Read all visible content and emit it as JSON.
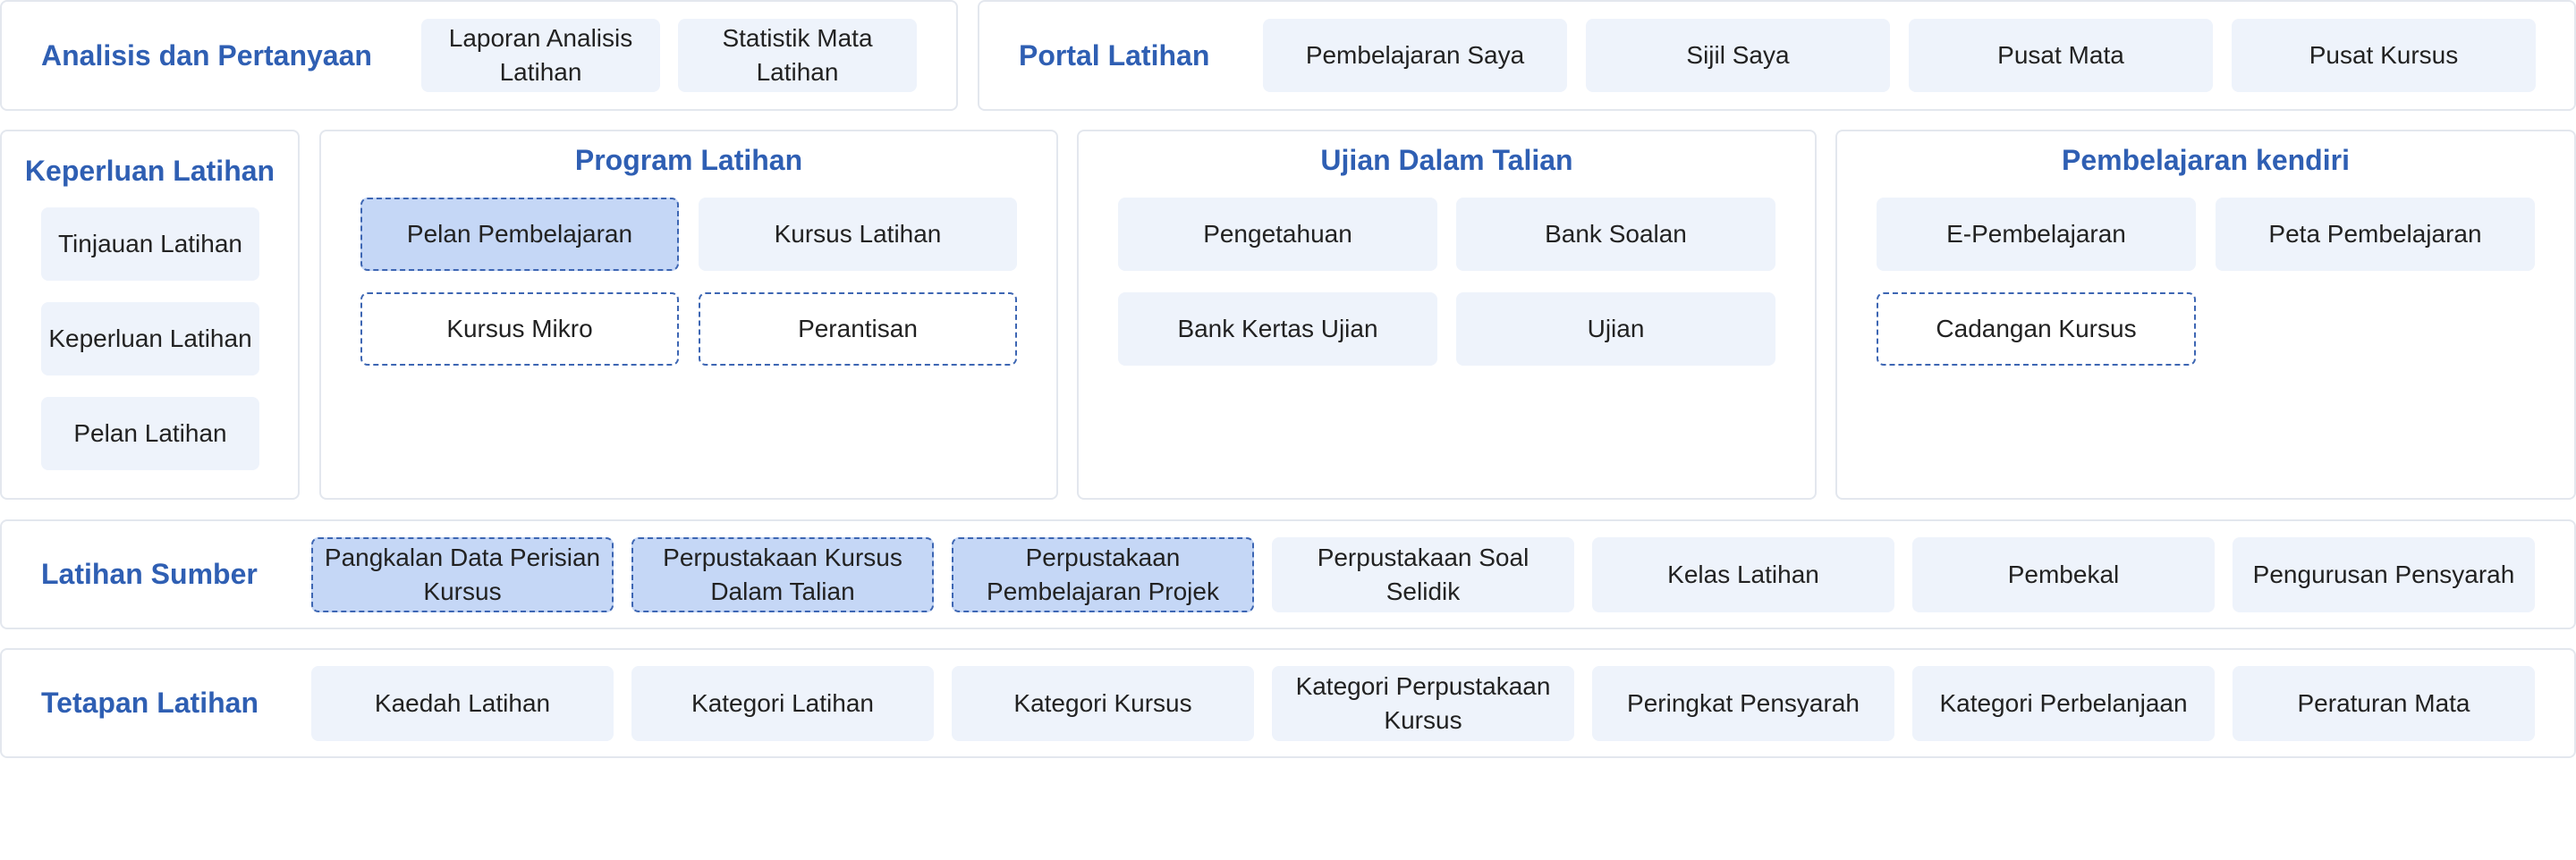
{
  "colors": {
    "title": "#2f5fb3",
    "box": "#eef3fb",
    "highlight": "#c5d7f6",
    "dashed_border": "#3d66b3",
    "panel_border": "#e3e7ee"
  },
  "analisis": {
    "title": "Analisis dan Pertanyaan",
    "items": [
      "Laporan Analisis Latihan",
      "Statistik Mata Latihan"
    ]
  },
  "portal": {
    "title": "Portal Latihan",
    "items": [
      "Pembelajaran Saya",
      "Sijil Saya",
      "Pusat Mata",
      "Pusat Kursus"
    ]
  },
  "keperluan": {
    "title": "Keperluan Latihan",
    "items": [
      "Tinjauan Latihan",
      "Keperluan Latihan",
      "Pelan Latihan"
    ]
  },
  "program": {
    "title": "Program Latihan",
    "items": [
      "Pelan Pembelajaran",
      "Kursus Latihan",
      "Kursus Mikro",
      "Perantisan"
    ]
  },
  "ujian": {
    "title": "Ujian Dalam Talian",
    "items": [
      "Pengetahuan",
      "Bank Soalan",
      "Bank Kertas Ujian",
      "Ujian"
    ]
  },
  "kendiri": {
    "title": "Pembelajaran kendiri",
    "items": [
      "E-Pembelajaran",
      "Peta Pembelajaran",
      "Cadangan Kursus"
    ]
  },
  "sumber": {
    "title": "Latihan Sumber",
    "items": [
      "Pangkalan Data Perisian Kursus",
      "Perpustakaan Kursus Dalam Talian",
      "Perpustakaan Pembelajaran Projek",
      "Perpustakaan Soal Selidik",
      "Kelas Latihan",
      "Pembekal",
      "Pengurusan Pensyarah"
    ]
  },
  "tetapan": {
    "title": "Tetapan Latihan",
    "items": [
      "Kaedah Latihan",
      "Kategori Latihan",
      "Kategori Kursus",
      "Kategori Perpustakaan Kursus",
      "Peringkat Pensyarah",
      "Kategori Perbelanjaan",
      "Peraturan Mata"
    ]
  }
}
